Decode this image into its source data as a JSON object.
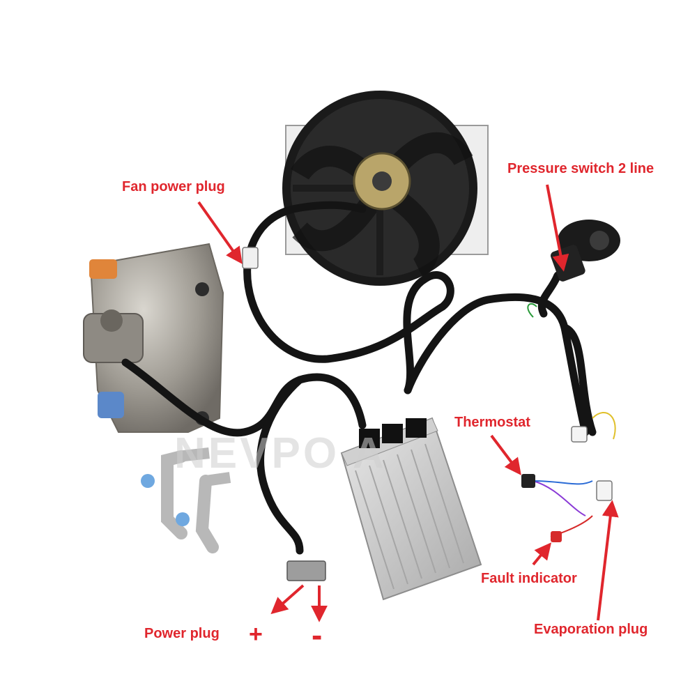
{
  "labels": {
    "fan_power_plug": "Fan power plug",
    "pressure_switch": "Pressure switch 2 line",
    "thermostat": "Thermostat",
    "fault_indicator": "Fault indicator",
    "evaporation_plug": "Evaporation plug",
    "power_plug": "Power plug",
    "plus": "+",
    "minus": "-"
  },
  "watermark": "NEVPO A",
  "colors": {
    "annotation_red": "#e0262d",
    "background": "#ffffff"
  }
}
